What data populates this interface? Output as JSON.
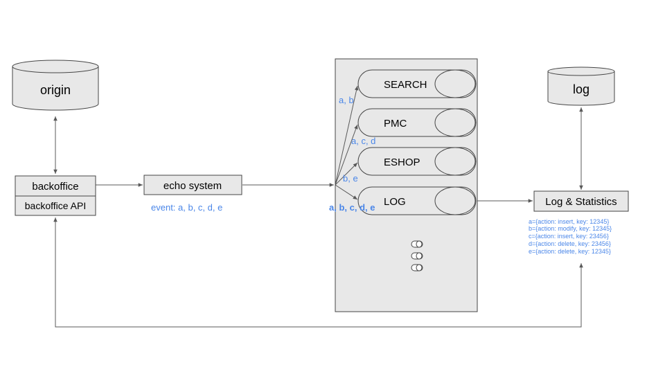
{
  "colors": {
    "accent": "#4a86e8",
    "box_fill": "#e8e8e8",
    "stroke": "#595959"
  },
  "origin_db": {
    "label": "origin"
  },
  "log_db": {
    "label": "log"
  },
  "backoffice": {
    "title": "backoffice",
    "api": "backoffice API"
  },
  "echo_system": {
    "label": "echo system",
    "event_note": "event: a, b, c, d, e"
  },
  "queues": [
    {
      "label": "SEARCH",
      "edge_label": "a, b"
    },
    {
      "label": "PMC",
      "edge_label": "a, c, d"
    },
    {
      "label": "ESHOP",
      "edge_label": "b, e"
    },
    {
      "label": "LOG",
      "edge_label": "a, b, c, d, e"
    }
  ],
  "log_stats": {
    "label": "Log & Statistics"
  },
  "event_definitions": [
    "a={action: insert, key: 12345}",
    "b={action: modify, key: 12345}",
    "c={action: insert, key: 23456}",
    "d={action: delete, key: 23456}",
    "e={action: delete, key: 12345}"
  ]
}
